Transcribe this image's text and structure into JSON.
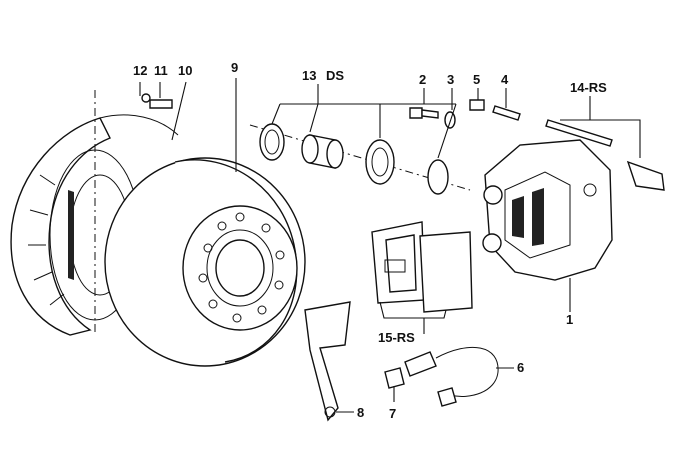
{
  "callouts": {
    "p1": "1",
    "p2": "2",
    "p3": "3",
    "p4": "4",
    "p5": "5",
    "p6": "6",
    "p7": "7",
    "p8": "8",
    "p9": "9",
    "p10": "10",
    "p11": "11",
    "p12": "12",
    "p13": "13",
    "ds": "DS",
    "p14": "14-RS",
    "p15": "15-RS"
  }
}
